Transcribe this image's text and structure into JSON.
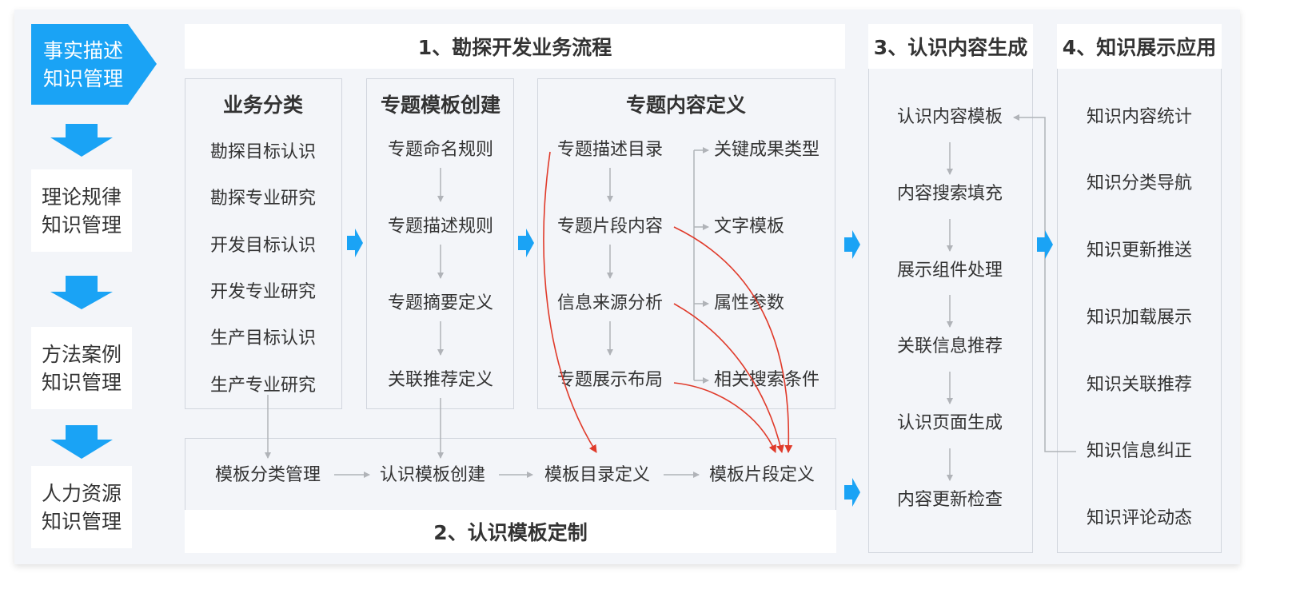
{
  "left_stages": [
    "事实描述\n知识管理",
    "理论规律\n知识管理",
    "方法案例\n知识管理",
    "人力资源\n知识管理"
  ],
  "section1": {
    "title": "1、勘探开发业务流程",
    "business": {
      "title": "业务分类",
      "items": [
        "勘探目标认识",
        "勘探专业研究",
        "开发目标认识",
        "开发专业研究",
        "生产目标认识",
        "生产专业研究"
      ]
    },
    "template": {
      "title": "专题模板创建",
      "items": [
        "专题命名规则",
        "专题描述规则",
        "专题摘要定义",
        "关联推荐定义"
      ]
    },
    "content": {
      "title": "专题内容定义",
      "left": [
        "专题描述目录",
        "专题片段内容",
        "信息来源分析",
        "专题展示布局"
      ],
      "right": [
        "关键成果类型",
        "文字模板",
        "属性参数",
        "相关搜索条件"
      ]
    }
  },
  "section2": {
    "title": "2、认识模板定制",
    "items": [
      "模板分类管理",
      "认识模板创建",
      "模板目录定义",
      "模板片段定义"
    ]
  },
  "section3": {
    "title": "3、认识内容生成",
    "items": [
      "认识内容模板",
      "内容搜索填充",
      "展示组件处理",
      "关联信息推荐",
      "认识页面生成",
      "内容更新检查"
    ]
  },
  "section4": {
    "title": "4、知识展示应用",
    "items": [
      "知识内容统计",
      "知识分类导航",
      "知识更新推送",
      "知识加载展示",
      "知识关联推荐",
      "知识信息纠正",
      "知识评论动态"
    ]
  },
  "colors": {
    "accent": "#1aa3f5",
    "curve": "#e03a2a",
    "connector": "#b0b3b8",
    "panel": "#f3f5f9",
    "border": "#d2d6de"
  }
}
